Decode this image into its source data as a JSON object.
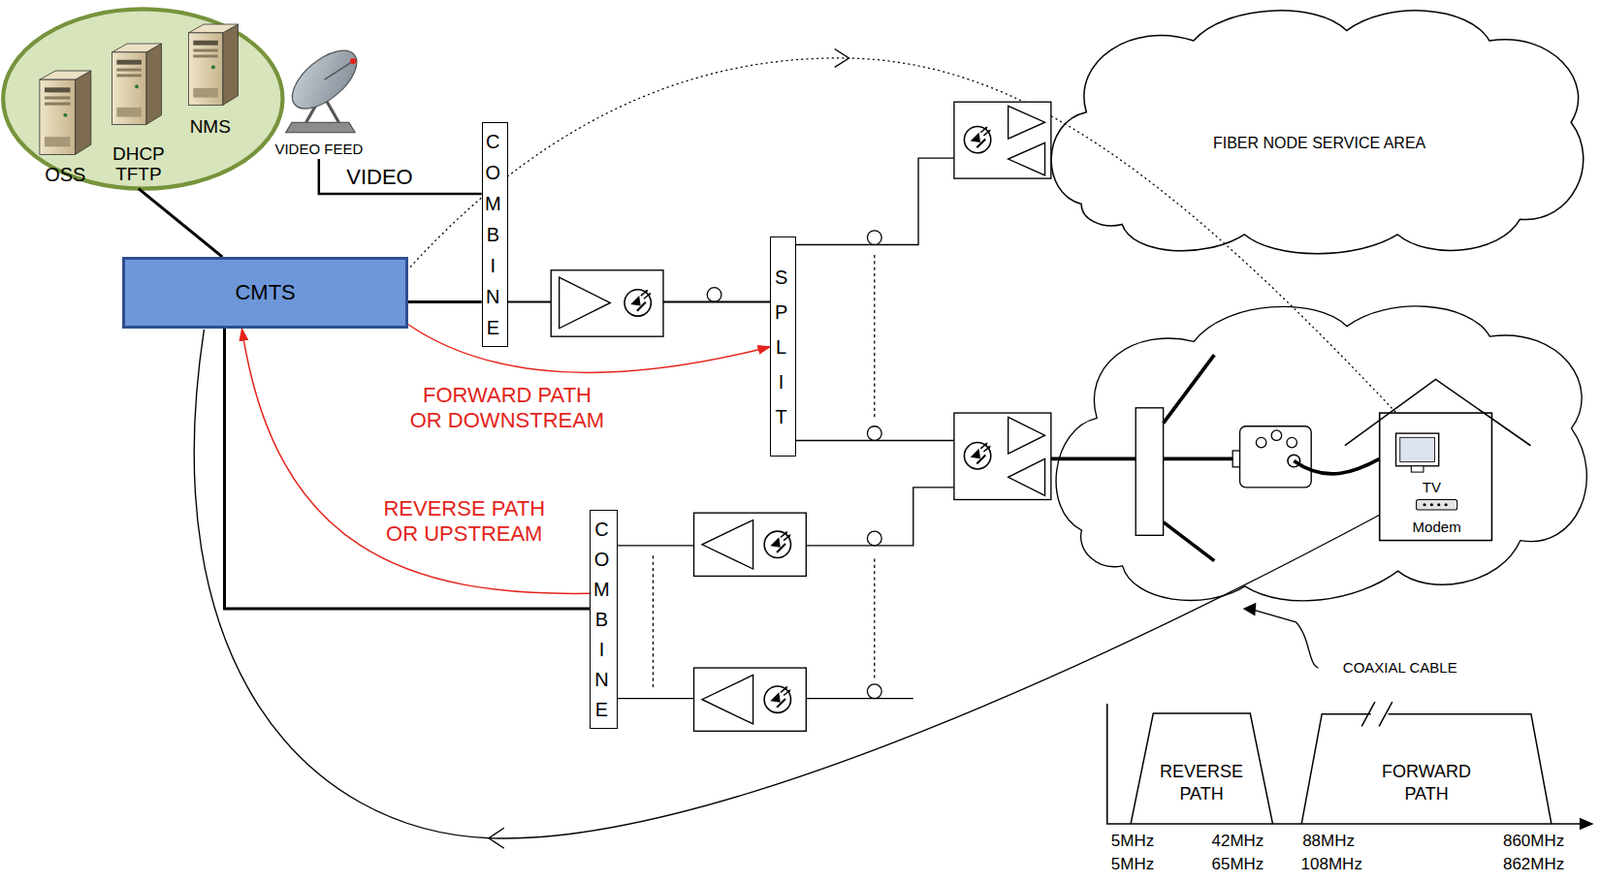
{
  "diagram": {
    "nodes": [
      {
        "text": [
          "OSS"
        ]
      },
      {
        "text": [
          "DHCP TFTP"
        ]
      },
      {
        "text": [
          "NMS"
        ]
      },
      {
        "text": [
          "VIDEO FEED"
        ]
      },
      {
        "text": [
          "COMBINE"
        ]
      },
      {
        "text": [
          "CMTS"
        ]
      },
      {
        "text": [
          "SPLIT"
        ]
      },
      {
        "text": [
          "FIBER NODE SERVICE AREA"
        ]
      },
      {
        "text": [
          "COMBINE"
        ]
      },
      {
        "text": [
          "REVERSE PATH"
        ]
      },
      {
        "text": [
          "FORWARD PATH"
        ]
      }
    ],
    "edges": [
      {
        "from": 5,
        "to": 1,
        "arrow": "none"
      },
      {
        "from": 3,
        "to": 4,
        "arrow": "none",
        "label": "VIDEO"
      },
      {
        "from": 5,
        "to": 4,
        "arrow": "none"
      },
      {
        "from": 4,
        "to": 6,
        "arrow": "none"
      },
      {
        "from": 5,
        "to": 6,
        "arrow": "to"
      },
      {
        "from": 8,
        "to": 5,
        "arrow": "to"
      },
      {
        "from": 5,
        "to": 8,
        "arrow": "none"
      }
    ],
    "labels": [
      "FORWARD PATH OR DOWNSTREAM",
      "REVERSE PATH OR UPSTREAM",
      "TV",
      "Modem",
      "COAXIAL CABLE",
      "5MHz",
      "42MHz",
      "88MHz",
      "860MHz",
      "5MHz",
      "65MHz",
      "108MHz",
      "862MHz"
    ]
  }
}
